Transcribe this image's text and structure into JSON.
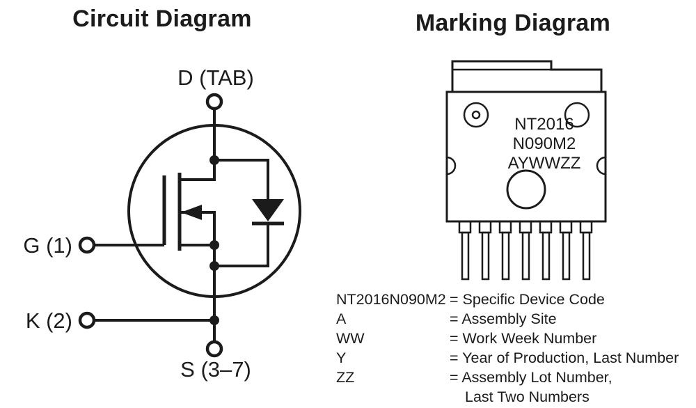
{
  "titles": {
    "circuit": "Circuit Diagram",
    "marking": "Marking Diagram"
  },
  "circuit": {
    "terminals": {
      "drain": "D (TAB)",
      "gate": "G (1)",
      "kelvin": "K (2)",
      "source": "S (3–7)"
    }
  },
  "marking": {
    "package_lines": [
      "NT2016",
      "N090M2",
      "AYWWZZ"
    ],
    "legend": [
      {
        "term": "NT2016N090M2",
        "definition": "= Specific Device Code"
      },
      {
        "term": "A",
        "definition": "= Assembly Site"
      },
      {
        "term": "WW",
        "definition": "= Work Week Number"
      },
      {
        "term": "Y",
        "definition": "= Year of Production, Last Number"
      },
      {
        "term": "ZZ",
        "definition": "= Assembly Lot Number,",
        "definition2": "Last Two Numbers"
      }
    ]
  },
  "colors": {
    "ink": "#1b1b1b",
    "background": "#ffffff"
  }
}
